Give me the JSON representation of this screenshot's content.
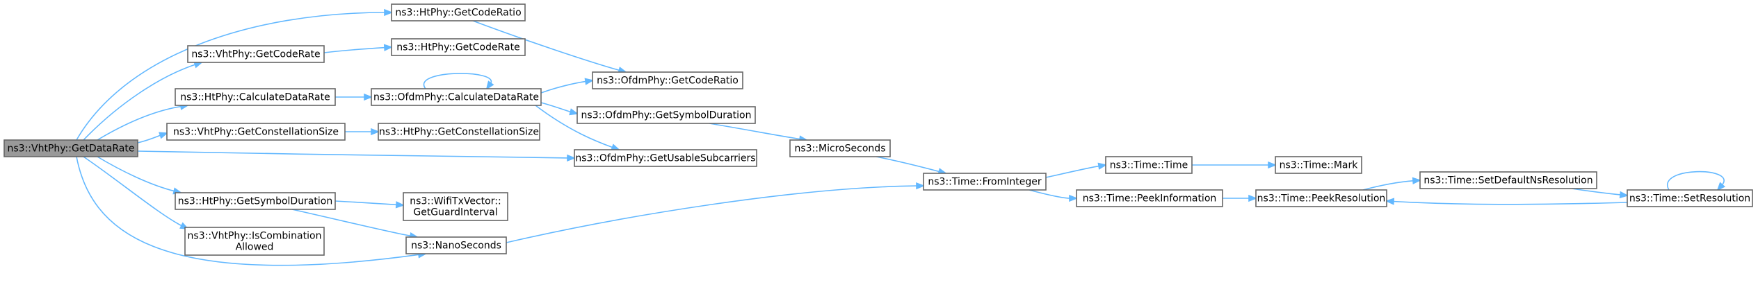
{
  "graph": {
    "nodes": [
      {
        "id": "root",
        "label": "ns3::VhtPhy::GetDataRate",
        "root": true
      },
      {
        "id": "ht_getcoderatio",
        "label": "ns3::HtPhy::GetCodeRatio"
      },
      {
        "id": "vht_getcoderate",
        "label": "ns3::VhtPhy::GetCodeRate"
      },
      {
        "id": "ht_getcoderate",
        "label": "ns3::HtPhy::GetCodeRate"
      },
      {
        "id": "ht_calcdatarate",
        "label": "ns3::HtPhy::CalculateDataRate"
      },
      {
        "id": "ofdm_calcdatarate",
        "label": "ns3::OfdmPhy::CalculateDataRate"
      },
      {
        "id": "ofdm_getcoderatio",
        "label": "ns3::OfdmPhy::GetCodeRatio"
      },
      {
        "id": "ofdm_getsymbolduration",
        "label": "ns3::OfdmPhy::GetSymbolDuration"
      },
      {
        "id": "vht_getconstsize",
        "label": "ns3::VhtPhy::GetConstellationSize"
      },
      {
        "id": "ht_getconstsize",
        "label": "ns3::HtPhy::GetConstellationSize"
      },
      {
        "id": "microseconds",
        "label": "ns3::MicroSeconds"
      },
      {
        "id": "ofdm_getusablesub",
        "label": "ns3::OfdmPhy::GetUsableSubcarriers"
      },
      {
        "id": "time_frominteger",
        "label": "ns3::Time::FromInteger"
      },
      {
        "id": "time_time",
        "label": "ns3::Time::Time"
      },
      {
        "id": "time_mark",
        "label": "ns3::Time::Mark"
      },
      {
        "id": "ht_getsymbolduration",
        "label": "ns3::HtPhy::GetSymbolDuration"
      },
      {
        "id": "wifitx_getguard",
        "label": "ns3::WifiTxVector::\nGetGuardInterval"
      },
      {
        "id": "time_peekinfo",
        "label": "ns3::Time::PeekInformation"
      },
      {
        "id": "time_peekres",
        "label": "ns3::Time::PeekResolution"
      },
      {
        "id": "time_setdefaultns",
        "label": "ns3::Time::SetDefaultNsResolution"
      },
      {
        "id": "time_setres",
        "label": "ns3::Time::SetResolution"
      },
      {
        "id": "vht_iscombination",
        "label": "ns3::VhtPhy::IsCombination\nAllowed"
      },
      {
        "id": "nanoseconds",
        "label": "ns3::NanoSeconds"
      }
    ],
    "edges": [
      {
        "from": "root",
        "to": "ht_getcoderatio"
      },
      {
        "from": "root",
        "to": "vht_getcoderate"
      },
      {
        "from": "root",
        "to": "ht_calcdatarate"
      },
      {
        "from": "root",
        "to": "vht_getconstsize"
      },
      {
        "from": "root",
        "to": "ofdm_getusablesub"
      },
      {
        "from": "root",
        "to": "ht_getsymbolduration"
      },
      {
        "from": "root",
        "to": "vht_iscombination"
      },
      {
        "from": "root",
        "to": "nanoseconds"
      },
      {
        "from": "ht_getcoderatio",
        "to": "ofdm_getcoderatio"
      },
      {
        "from": "vht_getcoderate",
        "to": "ht_getcoderate"
      },
      {
        "from": "ht_calcdatarate",
        "to": "ofdm_calcdatarate"
      },
      {
        "from": "ofdm_calcdatarate",
        "to": "ofdm_calcdatarate"
      },
      {
        "from": "ofdm_calcdatarate",
        "to": "ofdm_getcoderatio"
      },
      {
        "from": "ofdm_calcdatarate",
        "to": "ofdm_getsymbolduration"
      },
      {
        "from": "ofdm_calcdatarate",
        "to": "ofdm_getusablesub"
      },
      {
        "from": "vht_getconstsize",
        "to": "ht_getconstsize"
      },
      {
        "from": "ofdm_getsymbolduration",
        "to": "microseconds"
      },
      {
        "from": "microseconds",
        "to": "time_frominteger"
      },
      {
        "from": "time_frominteger",
        "to": "time_time"
      },
      {
        "from": "time_frominteger",
        "to": "time_peekinfo"
      },
      {
        "from": "time_time",
        "to": "time_mark"
      },
      {
        "from": "ht_getsymbolduration",
        "to": "wifitx_getguard"
      },
      {
        "from": "ht_getsymbolduration",
        "to": "nanoseconds"
      },
      {
        "from": "nanoseconds",
        "to": "time_frominteger"
      },
      {
        "from": "time_peekinfo",
        "to": "time_peekres"
      },
      {
        "from": "time_peekres",
        "to": "time_setdefaultns"
      },
      {
        "from": "time_setdefaultns",
        "to": "time_setres"
      },
      {
        "from": "time_setres",
        "to": "time_peekres"
      },
      {
        "from": "time_setres",
        "to": "time_setres"
      }
    ]
  },
  "colors": {
    "edge": "#63b8ff",
    "node_border": "#666666",
    "node_fill": "#ffffff",
    "root_fill": "#999999"
  }
}
